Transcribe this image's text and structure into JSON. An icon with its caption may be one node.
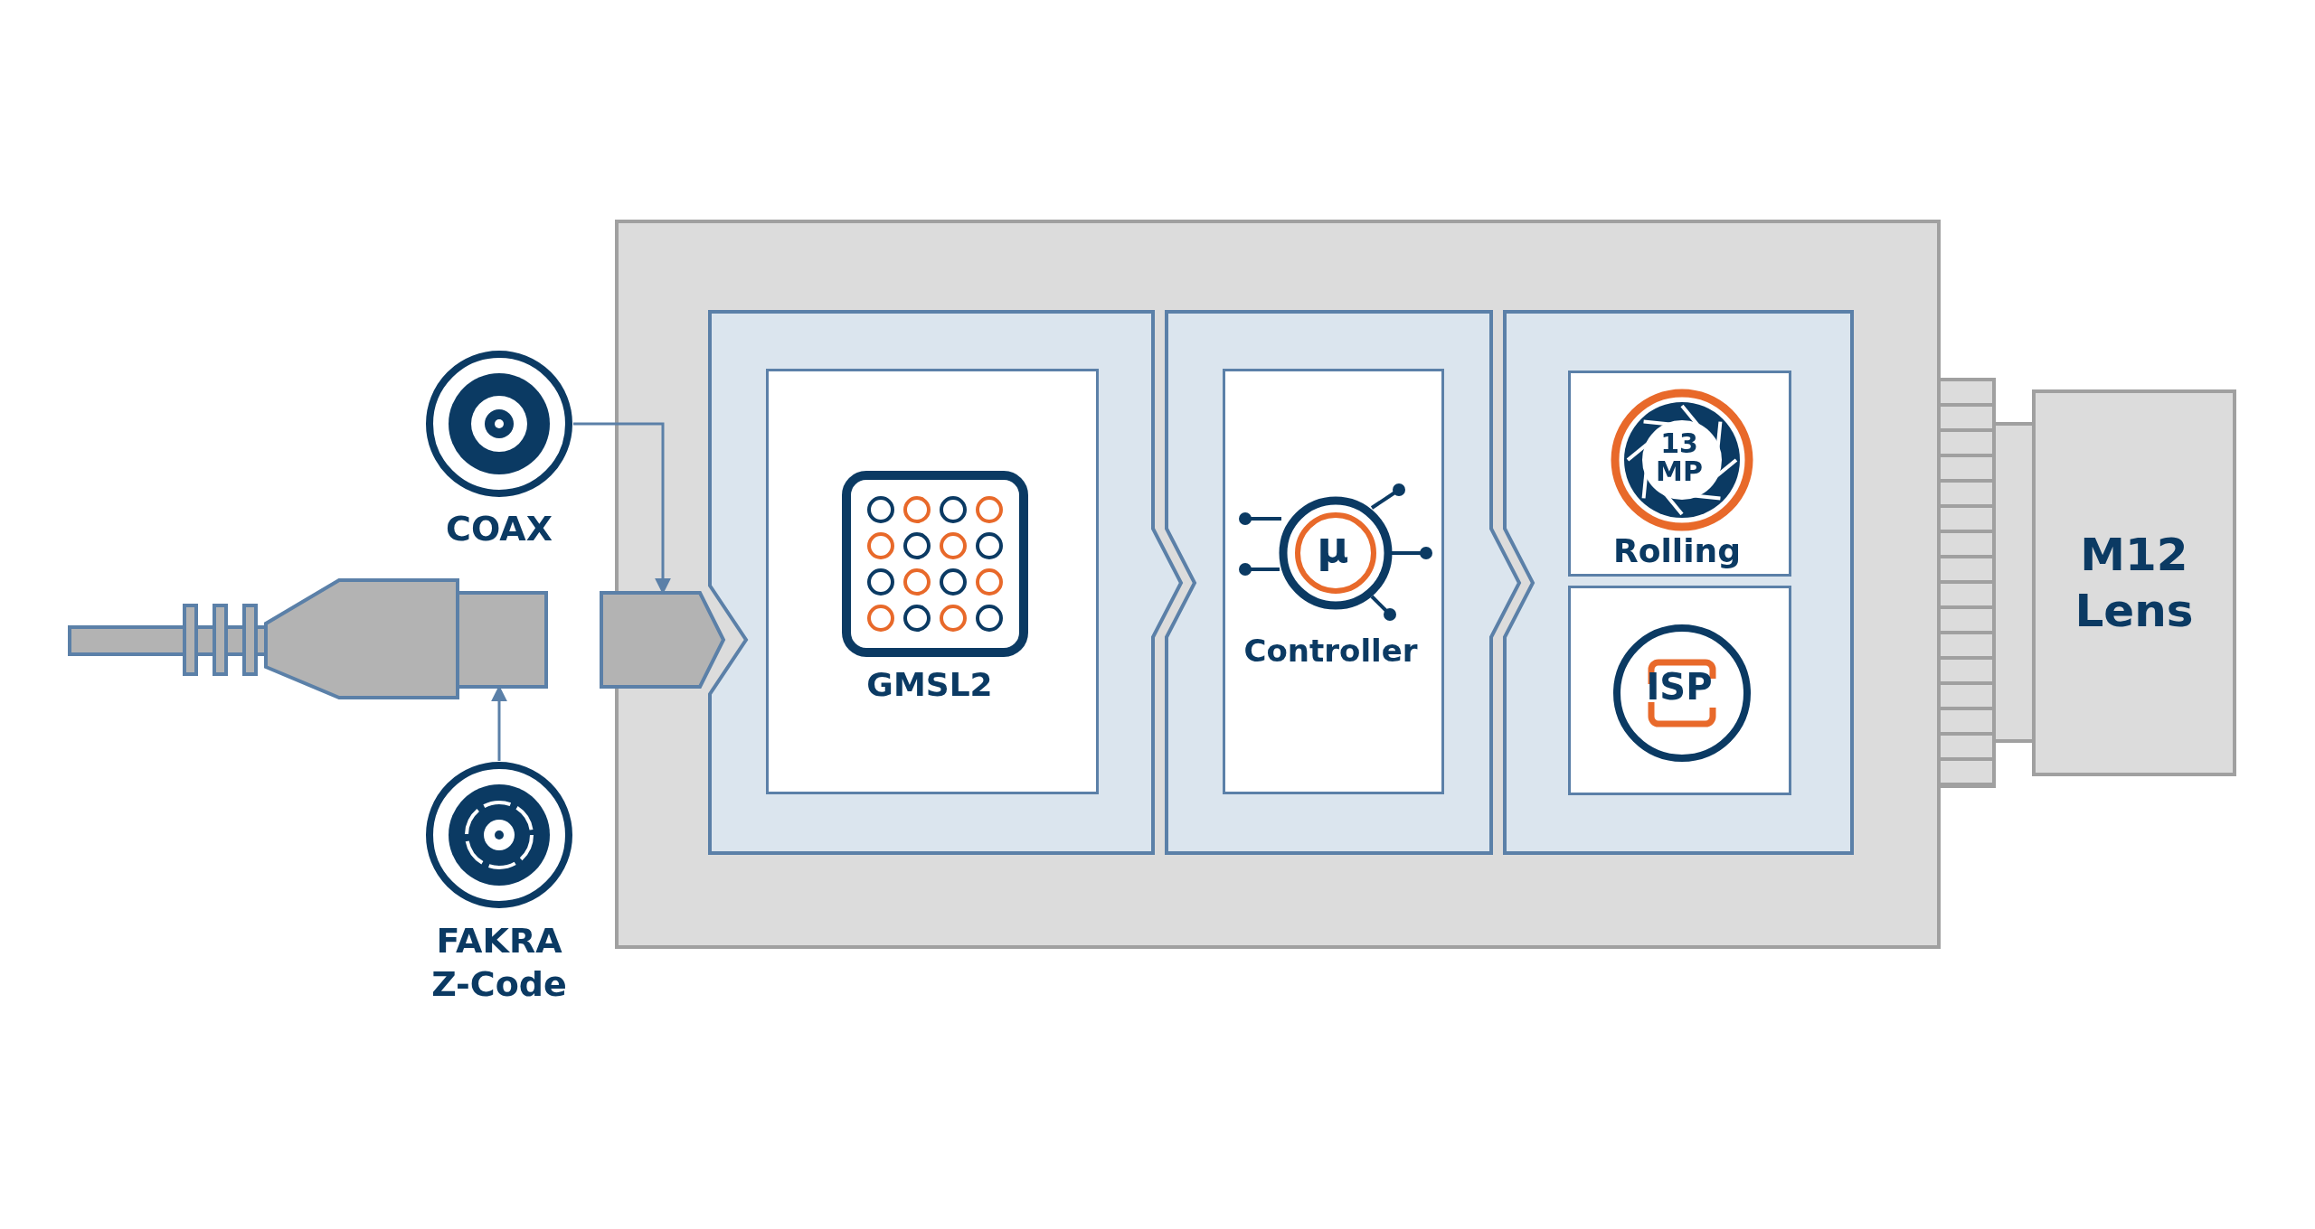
{
  "diagram": {
    "nodes": [
      {
        "text": [
          "COAX"
        ]
      },
      {
        "text": [],
        "shape": "box"
      },
      {
        "text": [
          "FAKRA Z-Code"
        ]
      },
      {
        "text": [],
        "shape": "box"
      },
      {
        "text": [],
        "shape": "box"
      },
      {
        "text": [],
        "shape": "box",
        "in": 4
      },
      {
        "text": [
          "GMSL2"
        ],
        "in": 5
      },
      {
        "text": [],
        "shape": "box",
        "in": 4
      },
      {
        "text": [
          "μ",
          "Controller"
        ],
        "in": 7
      },
      {
        "text": [],
        "shape": "box",
        "in": 4
      },
      {
        "text": [
          "13 MP",
          "Rolling"
        ],
        "in": 9
      },
      {
        "text": [
          "ISP"
        ],
        "in": 9
      },
      {
        "text": [
          "M12 Lens"
        ]
      }
    ],
    "edges": [
      {
        "from": 0,
        "to": 3,
        "arrow": "to"
      },
      {
        "from": 2,
        "to": 1,
        "arrow": "to"
      }
    ]
  }
}
